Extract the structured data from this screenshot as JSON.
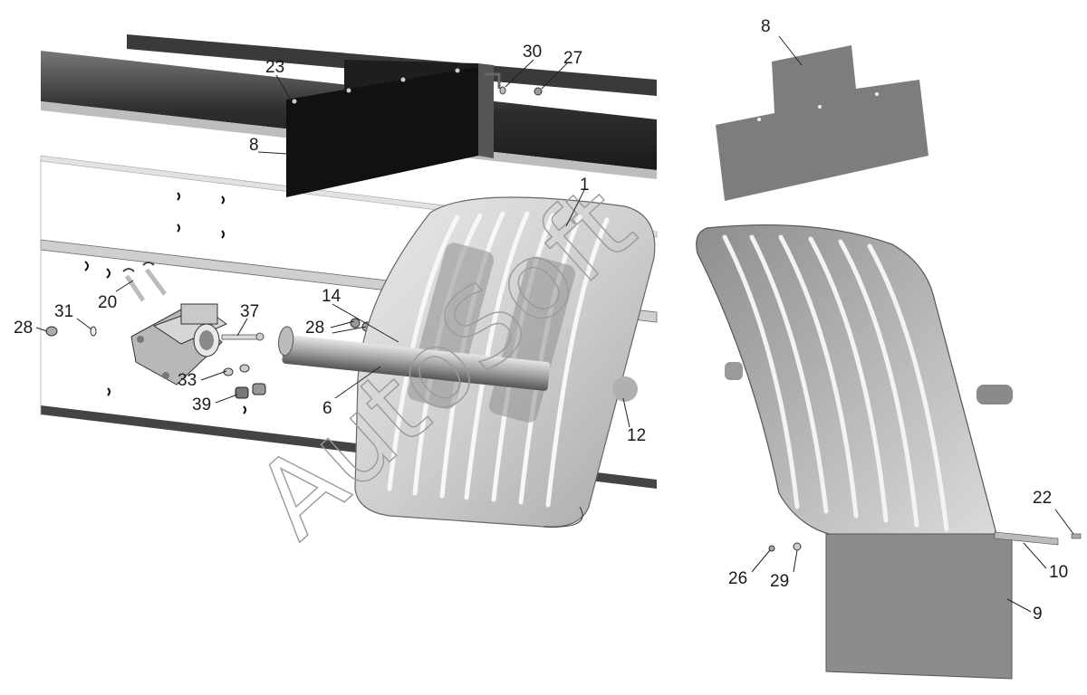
{
  "watermark": "AutoSoft",
  "callouts": [
    {
      "id": "c1",
      "label": "1"
    },
    {
      "id": "c6",
      "label": "6"
    },
    {
      "id": "c8a",
      "label": "8"
    },
    {
      "id": "c8b",
      "label": "8"
    },
    {
      "id": "c9",
      "label": "9"
    },
    {
      "id": "c10",
      "label": "10"
    },
    {
      "id": "c12",
      "label": "12"
    },
    {
      "id": "c14",
      "label": "14"
    },
    {
      "id": "c20",
      "label": "20"
    },
    {
      "id": "c22",
      "label": "22"
    },
    {
      "id": "c23",
      "label": "23"
    },
    {
      "id": "c26",
      "label": "26"
    },
    {
      "id": "c27",
      "label": "27"
    },
    {
      "id": "c28a",
      "label": "28"
    },
    {
      "id": "c28b",
      "label": "28"
    },
    {
      "id": "c29",
      "label": "29"
    },
    {
      "id": "c30",
      "label": "30"
    },
    {
      "id": "c31",
      "label": "31"
    },
    {
      "id": "c33",
      "label": "33"
    },
    {
      "id": "c37",
      "label": "37"
    },
    {
      "id": "c39",
      "label": "39"
    }
  ]
}
